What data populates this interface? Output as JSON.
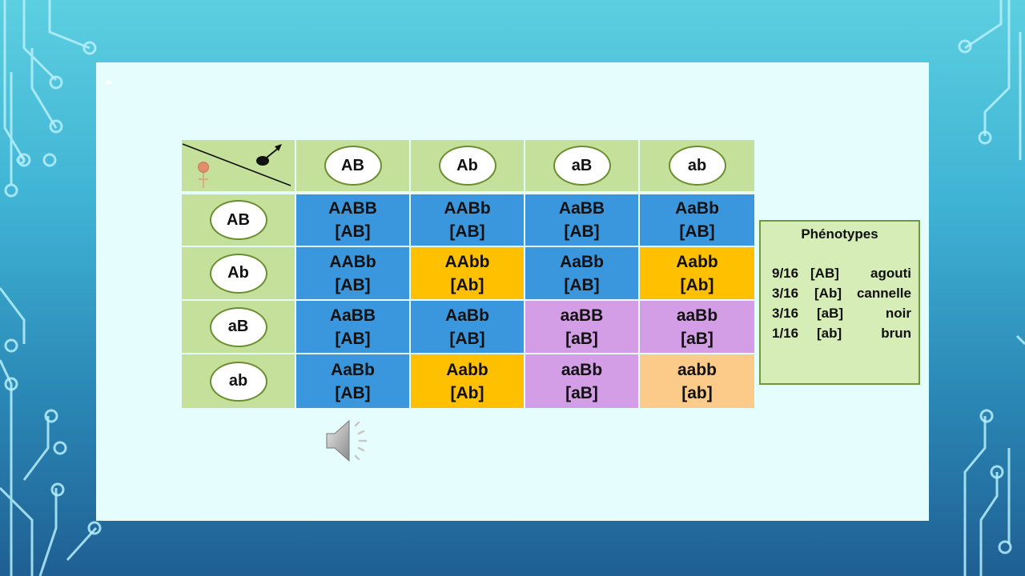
{
  "corner": {
    "female_symbol": "♀",
    "male_symbol": "♂"
  },
  "columns": [
    "AB",
    "Ab",
    "aB",
    "ab"
  ],
  "rows": [
    {
      "gamete": "AB",
      "cells": [
        {
          "genotype": "AABB",
          "phenotype": "[AB]",
          "color": "#3a96dd"
        },
        {
          "genotype": "AABb",
          "phenotype": "[AB]",
          "color": "#3a96dd"
        },
        {
          "genotype": "AaBB",
          "phenotype": "[AB]",
          "color": "#3a96dd"
        },
        {
          "genotype": "AaBb",
          "phenotype": "[AB]",
          "color": "#3a96dd"
        }
      ]
    },
    {
      "gamete": "Ab",
      "cells": [
        {
          "genotype": "AABb",
          "phenotype": "[AB]",
          "color": "#3a96dd"
        },
        {
          "genotype": "AAbb",
          "phenotype": "[Ab]",
          "color": "#ffc000"
        },
        {
          "genotype": "AaBb",
          "phenotype": "[AB]",
          "color": "#3a96dd"
        },
        {
          "genotype": "Aabb",
          "phenotype": "[Ab]",
          "color": "#ffc000"
        }
      ]
    },
    {
      "gamete": "aB",
      "cells": [
        {
          "genotype": "AaBB",
          "phenotype": "[AB]",
          "color": "#3a96dd"
        },
        {
          "genotype": "AaBb",
          "phenotype": "[AB]",
          "color": "#3a96dd"
        },
        {
          "genotype": "aaBB",
          "phenotype": "[aB]",
          "color": "#d39ee5"
        },
        {
          "genotype": "aaBb",
          "phenotype": "[aB]",
          "color": "#d39ee5"
        }
      ]
    },
    {
      "gamete": "ab",
      "cells": [
        {
          "genotype": "AaBb",
          "phenotype": "[AB]",
          "color": "#3a96dd"
        },
        {
          "genotype": "Aabb",
          "phenotype": "[Ab]",
          "color": "#ffc000"
        },
        {
          "genotype": "aaBb",
          "phenotype": "[aB]",
          "color": "#d39ee5"
        },
        {
          "genotype": "aabb",
          "phenotype": "[ab]",
          "color": "#fccb8a"
        }
      ]
    }
  ],
  "phenotypes_box": {
    "title": "Phénotypes",
    "rows": [
      {
        "fraction": "9/16",
        "phenotype": "[AB]",
        "label": "agouti"
      },
      {
        "fraction": "3/16",
        "phenotype": "[Ab]",
        "label": "cannelle"
      },
      {
        "fraction": "3/16",
        "phenotype": "[aB]",
        "label": "noir"
      },
      {
        "fraction": "1/16",
        "phenotype": "[ab]",
        "label": "brun"
      }
    ]
  },
  "audio_icon": "speaker-icon",
  "colors": {
    "header_green": "#c5e09a",
    "blue_AB": "#3a96dd",
    "gold_Ab": "#ffc000",
    "violet_aB": "#d39ee5",
    "peach_ab": "#fccb8a",
    "slide_background": "#e6fdfd"
  }
}
